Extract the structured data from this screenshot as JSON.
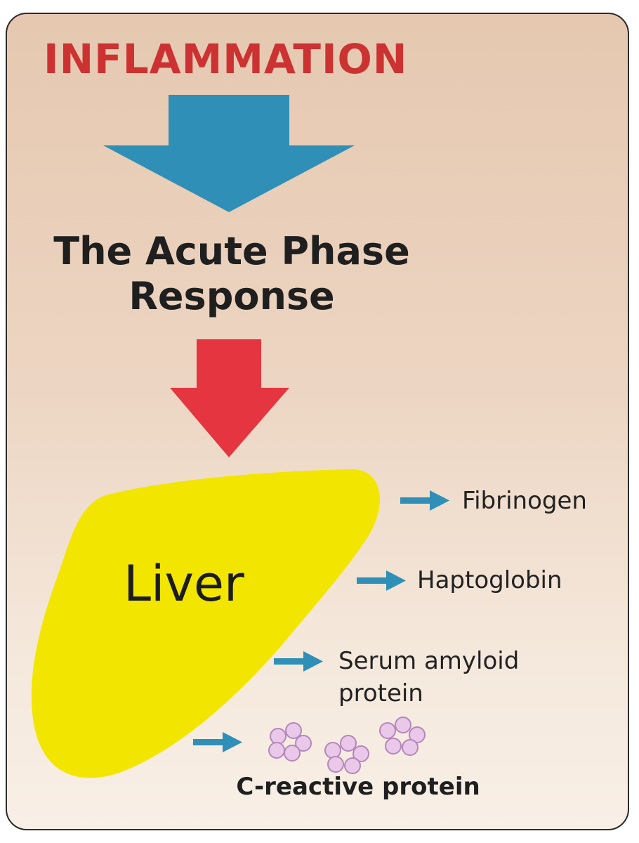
{
  "header": {
    "title": "INFLAMMATION"
  },
  "process": {
    "stage_line1": "The Acute Phase",
    "stage_line2": "Response",
    "organ": "Liver"
  },
  "products": [
    {
      "label": "Fibrinogen"
    },
    {
      "label": "Haptoglobin"
    },
    {
      "label": "Serum amyloid",
      "label_line2": "protein"
    },
    {
      "label": "C-reactive protein"
    }
  ],
  "colors": {
    "title": "#cc3232",
    "arrow_blue": "#2f8fb6",
    "arrow_red": "#e43540",
    "liver": "#f2e600",
    "crp_molecule": "#e9c8ea"
  }
}
